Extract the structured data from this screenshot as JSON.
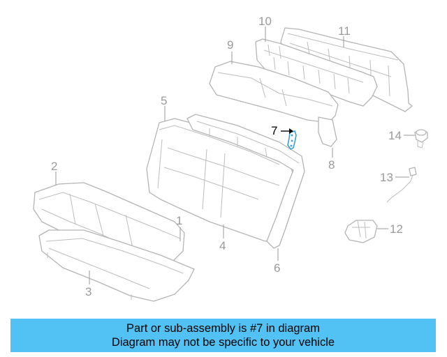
{
  "callouts": {
    "c1": "1",
    "c2": "2",
    "c3": "3",
    "c4": "4",
    "c5": "5",
    "c6": "6",
    "c7": "7",
    "c8": "8",
    "c9": "9",
    "c10": "10",
    "c11": "11",
    "c12": "12",
    "c13": "13",
    "c14": "14"
  },
  "highlighted_part": "7",
  "colors": {
    "banner_bg": "#52c2f4",
    "highlight_part": "#3a9fd1",
    "line_art": "#b4b4b4"
  },
  "banner": {
    "line1": "Part or sub-assembly is #7 in diagram",
    "line2": "Diagram may not be specific to your vehicle"
  }
}
